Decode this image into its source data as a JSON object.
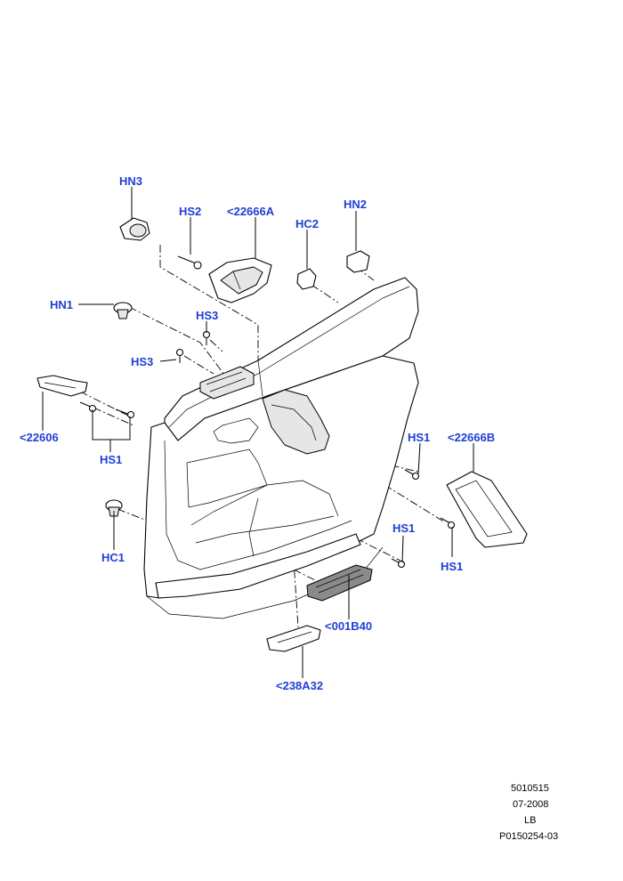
{
  "labels": {
    "hn3": "HN3",
    "hs2": "HS2",
    "p22666a": "<22666A",
    "hn2": "HN2",
    "hc2": "HC2",
    "hn1": "HN1",
    "hs3_top": "HS3",
    "hs3_left": "HS3",
    "p22606": "<22606",
    "hs1_left": "HS1",
    "hs1_right_top": "HS1",
    "p22666b": "<22666B",
    "hc1": "HC1",
    "hs1_mid": "HS1",
    "hs1_right_bottom": "HS1",
    "p001b40": "<001B40",
    "p238a32": "<238A32"
  },
  "reference": {
    "code": "5010515",
    "date": "07-2008",
    "region": "LB",
    "illustration": "P0150254-03"
  }
}
